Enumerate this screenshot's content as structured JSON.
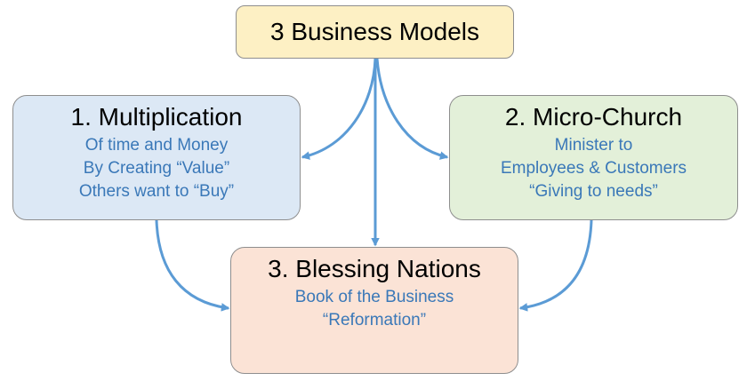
{
  "top_box": {
    "title": "3 Business  Models"
  },
  "left_box": {
    "title": "1. Multiplication",
    "lines": [
      "Of time and Money",
      "By Creating “Value”",
      "Others want to “Buy”"
    ]
  },
  "right_box": {
    "title": "2. Micro-Church",
    "lines": [
      "Minister to",
      "Employees & Customers",
      "“Giving to needs”"
    ]
  },
  "bottom_box": {
    "title": "3. Blessing  Nations",
    "lines": [
      "Book of the Business",
      "“Reformation”"
    ]
  },
  "colors": {
    "arrow": "#5b9bd5",
    "top_fill": "#fdf0c4",
    "left_fill": "#dce8f5",
    "right_fill": "#e3f0d9",
    "bottom_fill": "#fbe3d6",
    "subtitle_text": "#3a78b8"
  }
}
